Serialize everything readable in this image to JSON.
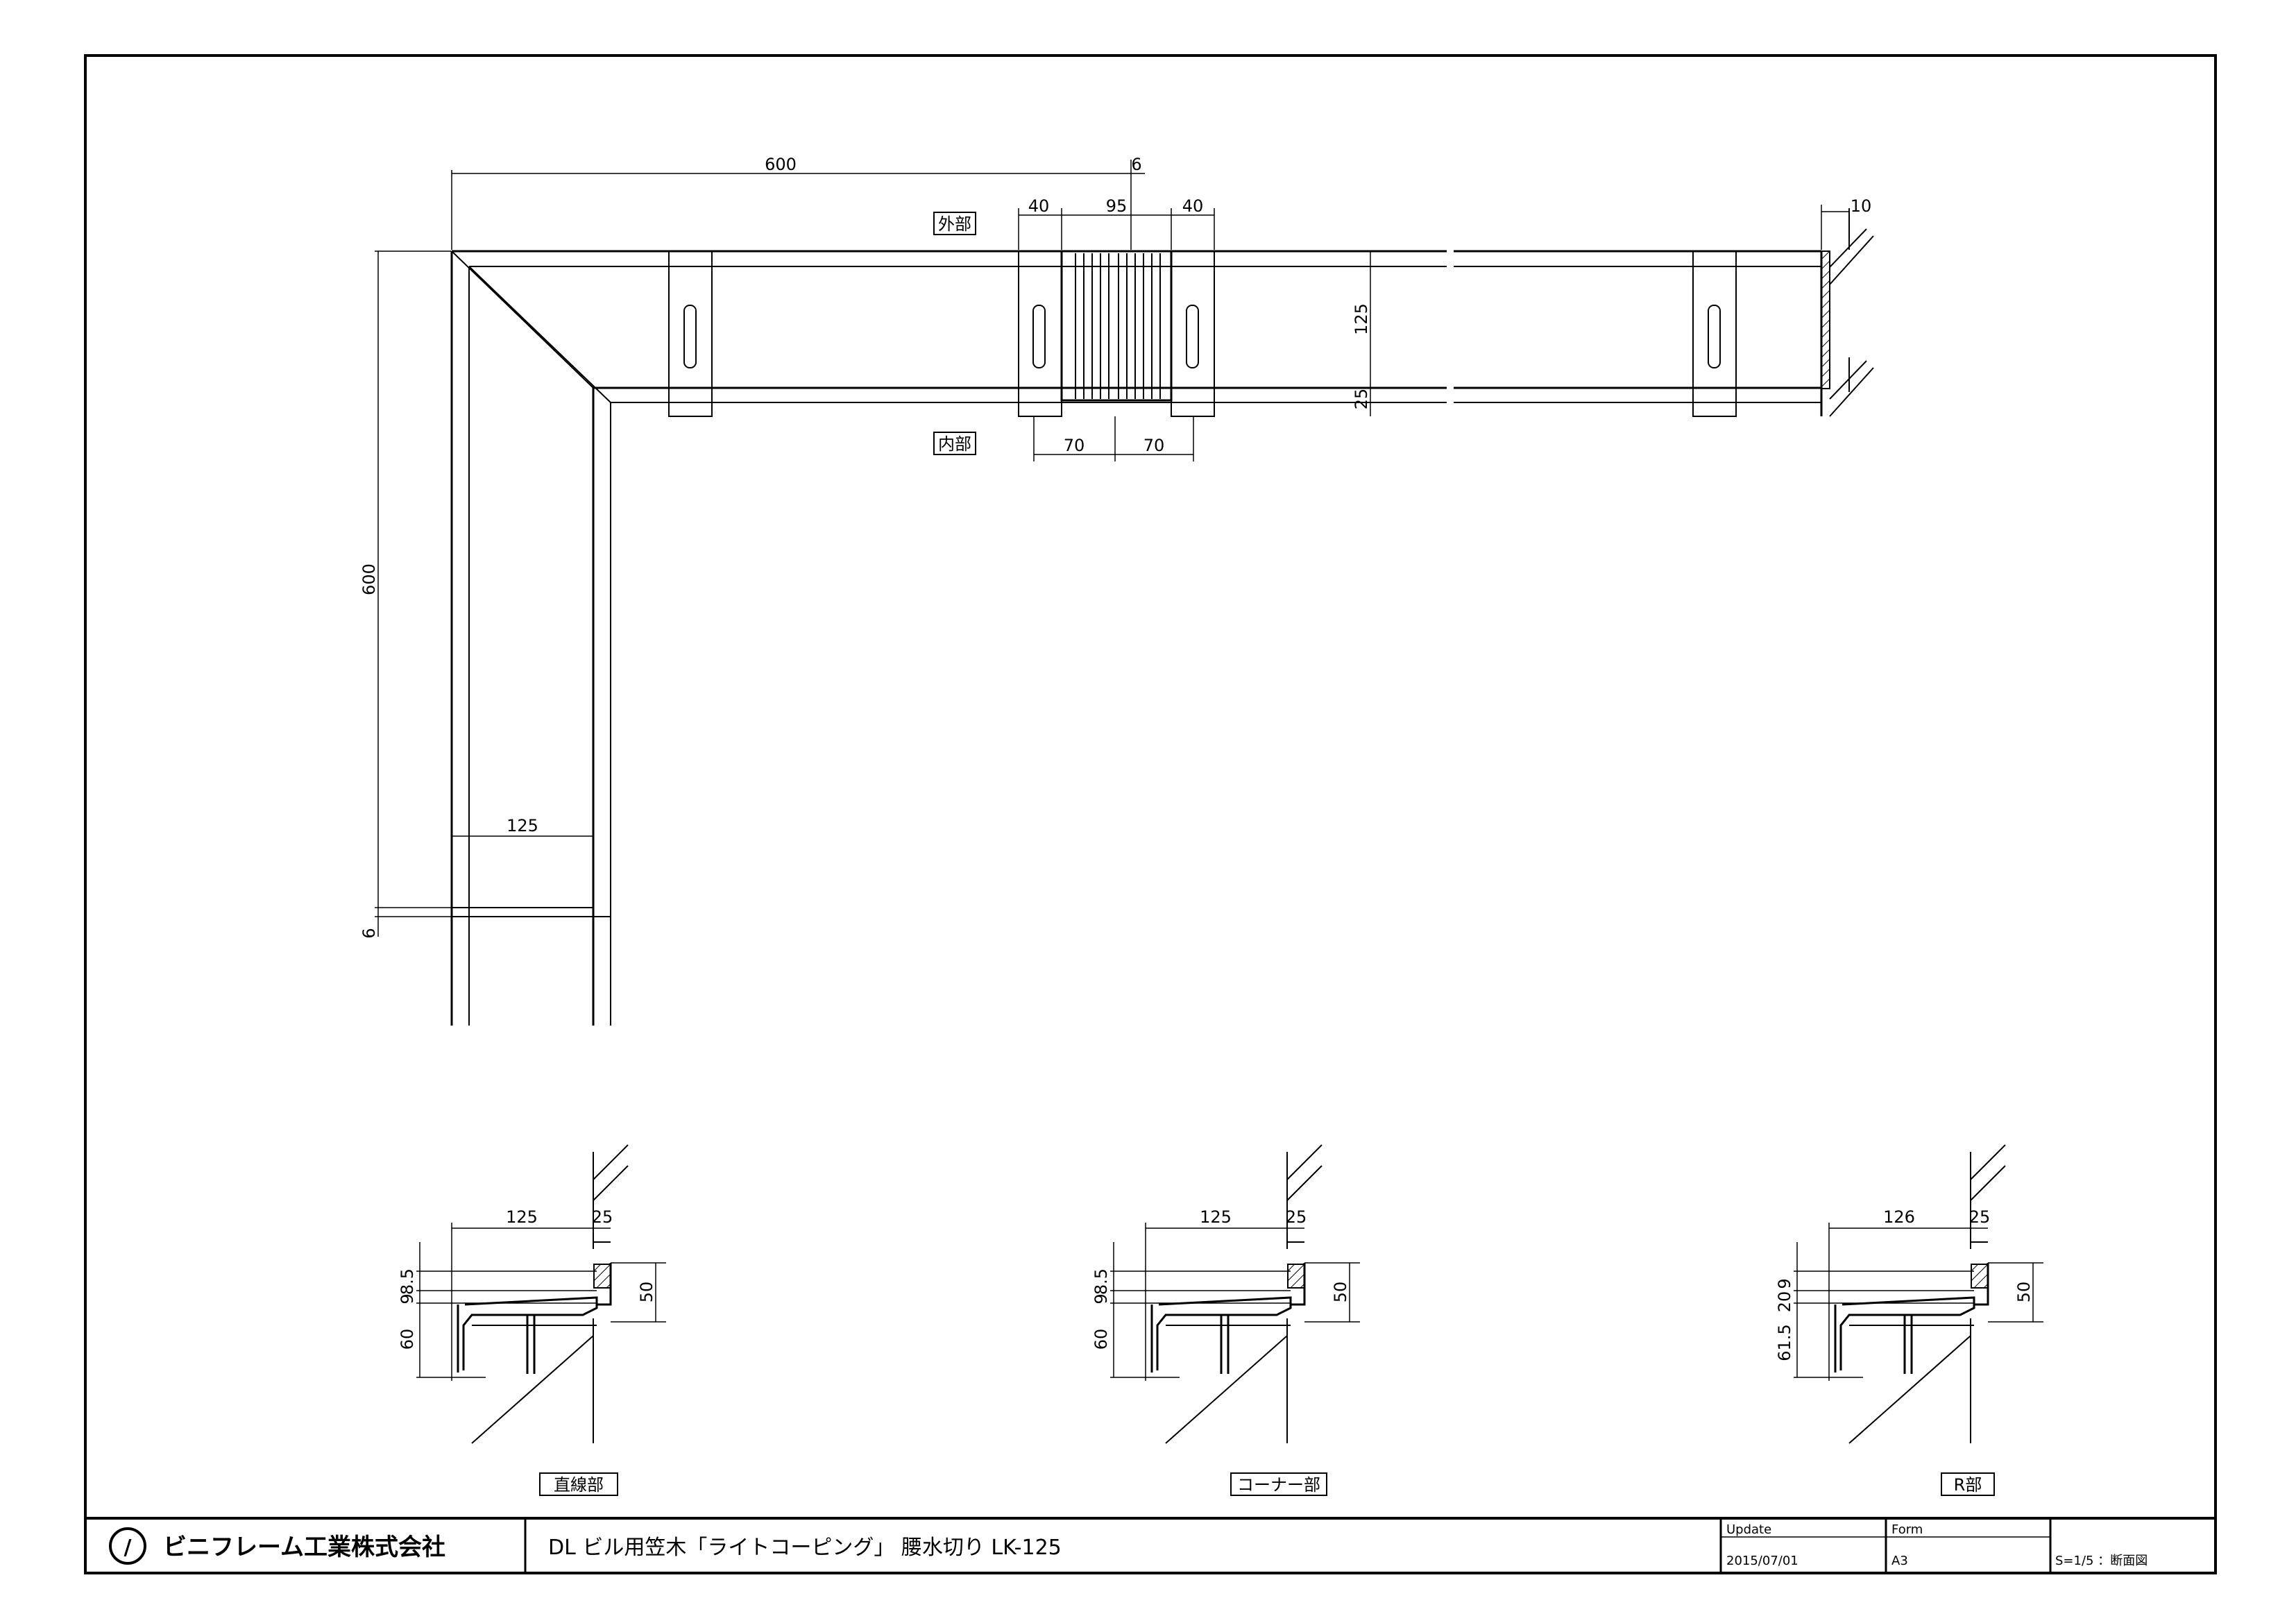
{
  "labels": {
    "outer": "外部",
    "inner": "内部",
    "straight": "直線部",
    "corner": "コーナー部",
    "round": "R部"
  },
  "plan_dims": {
    "top_600": "600",
    "top_6": "6",
    "top_40a": "40",
    "top_95": "95",
    "top_40b": "40",
    "top_10": "10",
    "v_125": "125",
    "v_25": "25",
    "bottom_70a": "70",
    "bottom_70b": "70",
    "left_600": "600",
    "left_6": "6",
    "inner_125": "125"
  },
  "sections": [
    {
      "w1": "125",
      "w2": "25",
      "d1": "8.5",
      "d2": "9",
      "d3": "60",
      "total": "50"
    },
    {
      "w1": "125",
      "w2": "25",
      "d1": "8.5",
      "d2": "9",
      "d3": "60",
      "total": "50"
    },
    {
      "w1": "126",
      "w2": "25",
      "d1": "9",
      "d2": "20",
      "d3": "61.5",
      "total": "50"
    }
  ],
  "title_block": {
    "company": "ビニフレーム工業株式会社",
    "title": "DL ビル用笠木「ライトコーピング」 腰水切り LK-125",
    "update_label": "Update",
    "update_value": "2015/07/01",
    "form_label": "Form",
    "form_value": "A3",
    "scale": "S=1/5 ：断面図"
  }
}
